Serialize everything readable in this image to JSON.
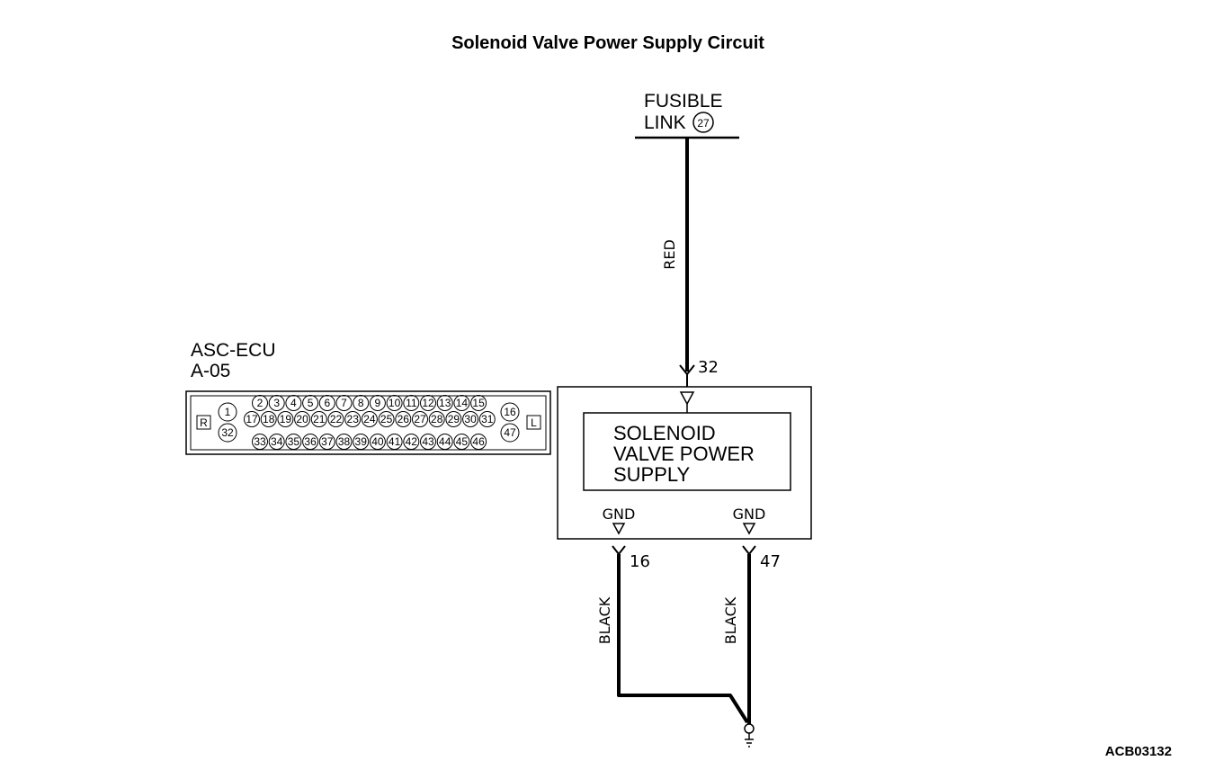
{
  "title": "Solenoid Valve Power Supply Circuit",
  "figure_id": "ACB03132",
  "fusible_link": {
    "line1": "FUSIBLE",
    "line2": "LINK",
    "number": "27"
  },
  "wires": {
    "supply_color": "RED",
    "ground_left_color": "BLACK",
    "ground_right_color": "BLACK"
  },
  "ecu": {
    "name": "ASC-ECU",
    "connector": "A-05",
    "side_left": "R",
    "side_right": "L",
    "pins_row1": [
      "2",
      "3",
      "4",
      "5",
      "6",
      "7",
      "8",
      "9",
      "10",
      "11",
      "12",
      "13",
      "14",
      "15"
    ],
    "pins_row2": [
      "17",
      "18",
      "19",
      "20",
      "21",
      "22",
      "23",
      "24",
      "25",
      "26",
      "27",
      "28",
      "29",
      "30",
      "31"
    ],
    "pins_row3": [
      "33",
      "34",
      "35",
      "36",
      "37",
      "38",
      "39",
      "40",
      "41",
      "42",
      "43",
      "44",
      "45",
      "46"
    ],
    "pin_left_top": "1",
    "pin_left_bottom": "32",
    "pin_right_top": "16",
    "pin_right_bottom": "47"
  },
  "module": {
    "label_line1": "SOLENOID",
    "label_line2": "VALVE POWER",
    "label_line3": "SUPPLY",
    "input_pin": "32",
    "gnd_left": "GND",
    "gnd_right": "GND",
    "ground_pin_left": "16",
    "ground_pin_right": "47"
  }
}
